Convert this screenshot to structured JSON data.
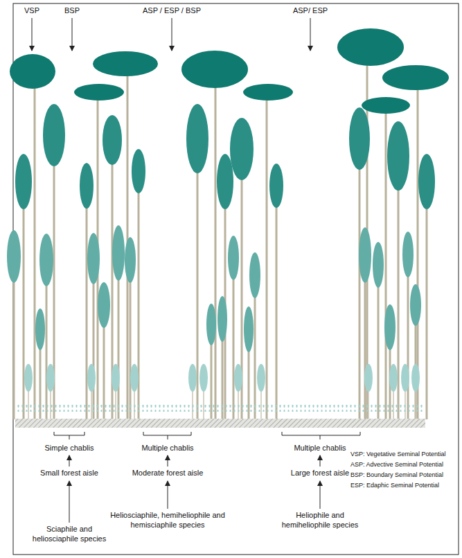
{
  "diagram": {
    "labels": [
      "VSP",
      "BSP",
      "ASP / ESP / BSP",
      "ASP/ ESP",
      "Simple chablis",
      "Small forest aisle",
      "Sciaphile and heliosciaphile species",
      "Multiple chablis",
      "Moderate forest aisle",
      "Heliosciaphile, hemiheliophile and hemisciaphile species",
      "Multiple chablis",
      "Large forest aisle",
      "Heliophile and hemiheliophile species",
      "VSP: Vegetative Seminal Potential",
      "ASP: Advective Seminal Potential",
      "BSP: Boundary Seminal Potential",
      "ESP: Edaphic Seminal Potential"
    ]
  }
}
